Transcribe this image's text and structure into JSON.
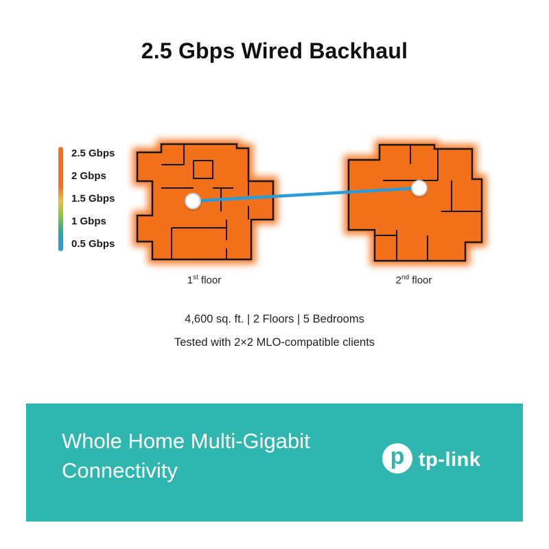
{
  "title": "2.5 Gbps Wired Backhaul",
  "legend": {
    "items": [
      {
        "label": "2.5 Gbps"
      },
      {
        "label": "2 Gbps"
      },
      {
        "label": "1.5 Gbps"
      },
      {
        "label": "1 Gbps"
      },
      {
        "label": "0.5 Gbps"
      }
    ],
    "gradient_colors": [
      "#F5721C",
      "#EDBE3A",
      "#8CC63F",
      "#2D9CDB"
    ]
  },
  "floors": [
    {
      "ordinal": "1",
      "suffix": "st",
      "word": " floor"
    },
    {
      "ordinal": "2",
      "suffix": "nd",
      "word": " floor"
    }
  ],
  "specs": {
    "line1": "4,600 sq. ft. | 2 Floors | 5 Bedrooms",
    "line2": "Tested with 2×2 MLO-compatible clients"
  },
  "banner": {
    "heading_line1": "Whole Home Multi-Gigabit",
    "heading_line2": "Connectivity",
    "background": "#2EB6AF",
    "logo_monogram": "p",
    "logo_text": "tp-link"
  },
  "colors": {
    "coverage": "#F4711C",
    "link_line": "#2A9BD5",
    "wall": "#161616"
  }
}
